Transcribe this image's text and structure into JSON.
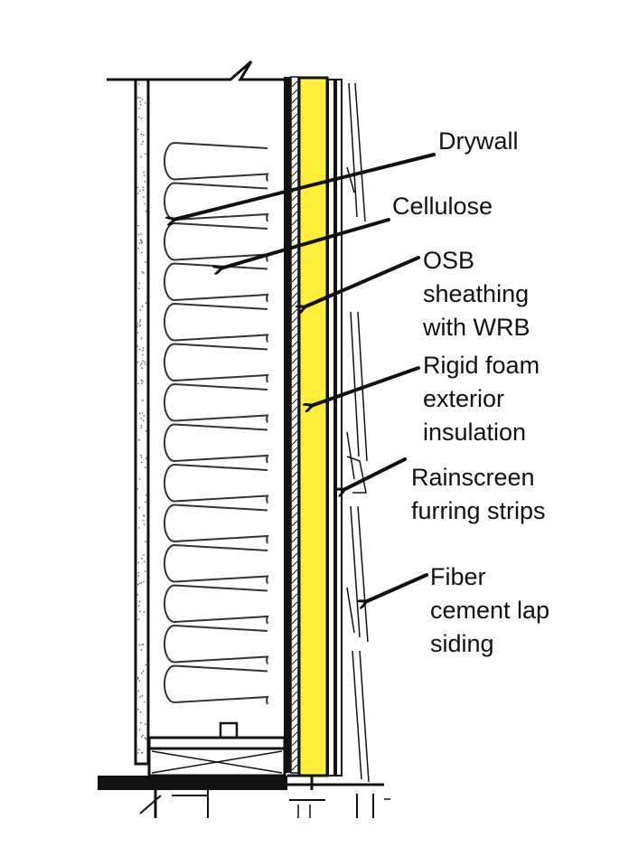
{
  "colors": {
    "foam": "#ffef3a",
    "line": "#111111",
    "background": "#ffffff"
  },
  "labels": {
    "drywall": [
      "Drywall"
    ],
    "cellulose": [
      "Cellulose"
    ],
    "osb": [
      "OSB",
      "sheathing",
      "with WRB"
    ],
    "foam": [
      "Rigid foam",
      "exterior",
      "insulation"
    ],
    "rainscreen": [
      "Rainscreen",
      "furring strips"
    ],
    "siding": [
      "Fiber",
      "cement lap",
      "siding"
    ]
  }
}
